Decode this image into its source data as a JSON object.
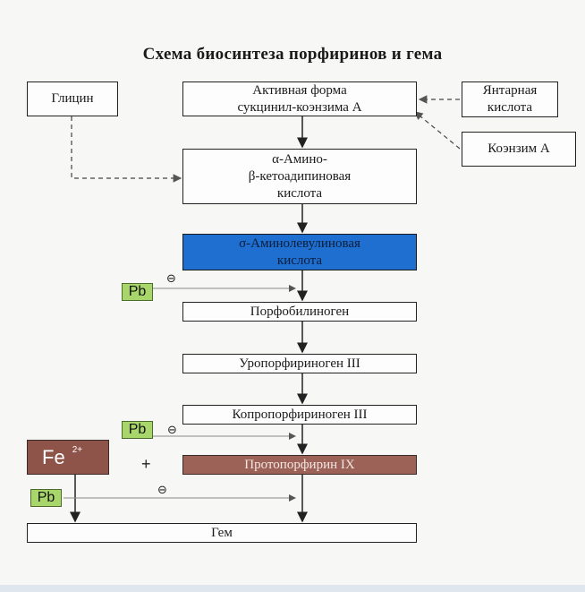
{
  "title": "Схема биосинтеза порфиринов и гема",
  "nodes": {
    "glycine": "Глицин",
    "succinyl_line1": "Активная форма",
    "succinyl_line2": "сукцинил-коэнзима А",
    "succinic_line1": "Янтарная",
    "succinic_line2": "кислота",
    "coenzyme": "Коэнзим А",
    "amino_keto_line1": "α-Амино-",
    "amino_keto_line2": "β-кетоадипиновая",
    "amino_keto_line3": "кислота",
    "ala_line1": "σ-Аминолевулиновая",
    "ala_line2": "кислота",
    "porphobilinogen": "Порфобилиноген",
    "uroporphyrinogen": "Уропорфириноген III",
    "coproporphyrinogen": "Копропорфириноген III",
    "protoporphyrin": "Протопорфирин IX",
    "fe": "Fe",
    "fe_charge": "2+",
    "plus": "+",
    "heme": "Гем"
  },
  "inhibitor": {
    "label": "Pb",
    "sign": "⊖"
  },
  "colors": {
    "ala_box": "#1f6fd0",
    "protoporphyrin_box": "#9c6258",
    "fe_box": "#8f5449",
    "pb_box": "#a9d66b"
  }
}
